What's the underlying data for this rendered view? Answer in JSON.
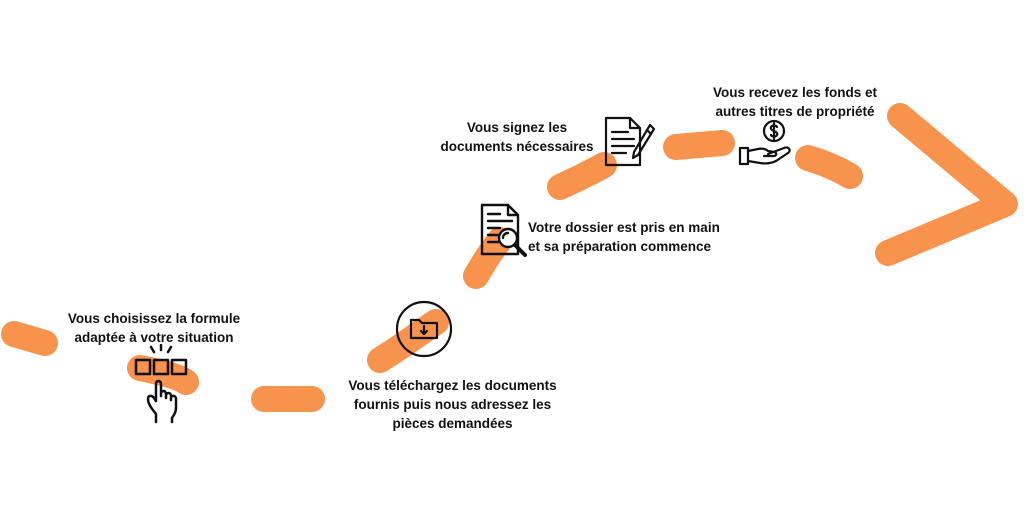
{
  "colors": {
    "path": "#f7934c",
    "text": "#111111",
    "icon_stroke": "#111111",
    "background": "#ffffff"
  },
  "steps": [
    {
      "id": "step-1",
      "icon": "hand-click-icon",
      "lines": [
        "Vous choisissez la formule",
        "adaptée à votre situation"
      ]
    },
    {
      "id": "step-2",
      "icon": "folder-download-icon",
      "lines": [
        "Vous téléchargez les documents",
        "fournis puis nous adressez les",
        "pièces demandées"
      ]
    },
    {
      "id": "step-3",
      "icon": "document-search-icon",
      "lines": [
        "Votre dossier est pris en main",
        "et sa préparation commence"
      ]
    },
    {
      "id": "step-4",
      "icon": "document-sign-icon",
      "lines": [
        "Vous signez les",
        "documents nécessaires"
      ]
    },
    {
      "id": "step-5",
      "icon": "hand-money-icon",
      "lines": [
        "Vous recevez les fonds et",
        "autres titres de propriété"
      ]
    }
  ]
}
